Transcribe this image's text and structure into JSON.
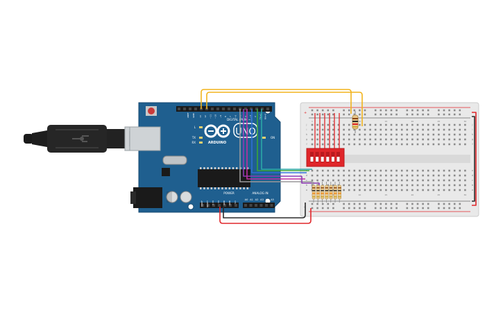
{
  "canvas": {
    "background": "#ffffff"
  },
  "arduino": {
    "logo_text": "ARDUINO",
    "model": "UNO",
    "digital_label": "DIGITAL (PWM ~)",
    "power_label": "POWER",
    "analog_label": "ANALOG IN",
    "pin_aref": "AREF",
    "pin_gnd": "GND",
    "digital_pins": [
      "13",
      "12",
      "~11",
      "~10",
      "~9",
      "8",
      "7",
      "~6",
      "~5",
      "4",
      "~3",
      "2",
      "TX→1",
      "RX←0"
    ],
    "power_pins": [
      "IOREF",
      "RESET",
      "3.3V",
      "5V",
      "GND",
      "GND",
      "Vin"
    ],
    "analog_pins": [
      "A0",
      "A1",
      "A2",
      "A3",
      "A4",
      "A5"
    ],
    "led_l": "L",
    "led_tx": "TX",
    "led_rx": "RX",
    "led_on": "ON",
    "board_color": "#1f5f8f"
  },
  "usb_cable": {
    "icon": "usb-b-plug-icon"
  },
  "dip_switch": {
    "positions": 6,
    "color": "#e0262a"
  },
  "resistors": {
    "count": 7
  },
  "breadboard": {
    "row_numbers": [
      "1",
      "5",
      "10",
      "15",
      "20",
      "25",
      "30"
    ],
    "letters_top": [
      "j",
      "i",
      "h",
      "g",
      "f"
    ],
    "letters_bottom": [
      "e",
      "d",
      "c",
      "b",
      "a"
    ],
    "plus": "+",
    "minus": "-"
  },
  "wire_colors": {
    "yellow": "#f2b41c",
    "orange": "#f08a1c",
    "red": "#e0262a",
    "black": "#2a2a2a",
    "purple": "#8e3ab5",
    "magenta": "#c02ea0",
    "blue": "#2f6fd6",
    "green": "#3aa63a",
    "teal": "#2aa8a8",
    "gray": "#9a9a9a"
  }
}
